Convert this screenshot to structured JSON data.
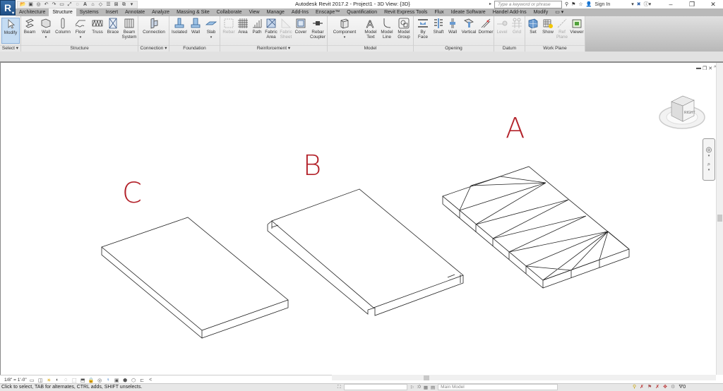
{
  "app": {
    "logo_letter": "R",
    "title": "Autodesk Revit 2017.2 -    Project1 - 3D View: {3D}"
  },
  "quick_access": [
    "open-icon",
    "save-icon",
    "sync-icon",
    "undo-icon",
    "redo-icon",
    "print-icon",
    "measure-icon",
    "dimension-icon",
    "text-A-icon",
    "3d-view-icon",
    "section-icon",
    "thin-lines-icon",
    "close-hidden-icon",
    "switch-windows-icon",
    "customize-icon"
  ],
  "infocenter": {
    "search_placeholder": "Type a keyword or phrase",
    "sign_in": "Sign In"
  },
  "window_controls": {
    "minimize": "–",
    "restore": "❐",
    "close": "✕"
  },
  "tabs": [
    {
      "label": "Architecture"
    },
    {
      "label": "Structure",
      "active": true
    },
    {
      "label": "Systems"
    },
    {
      "label": "Insert"
    },
    {
      "label": "Annotate"
    },
    {
      "label": "Analyze"
    },
    {
      "label": "Massing & Site"
    },
    {
      "label": "Collaborate"
    },
    {
      "label": "View"
    },
    {
      "label": "Manage"
    },
    {
      "label": "Add-Ins"
    },
    {
      "label": "Enscape™"
    },
    {
      "label": "Quantification"
    },
    {
      "label": "Revit Express Tools"
    },
    {
      "label": "Flux"
    },
    {
      "label": "Ideate Software"
    },
    {
      "label": "Handel Add-Ins"
    },
    {
      "label": "Modify"
    },
    {
      "label": "▭ ▾"
    }
  ],
  "ribbon": {
    "panels": [
      {
        "label": "Select ▾",
        "buttons": [
          {
            "l1": "Modify",
            "l2": ""
          }
        ]
      },
      {
        "label": "Structure",
        "buttons": [
          {
            "l1": "Beam",
            "l2": ""
          },
          {
            "l1": "Wall",
            "l2": "▾"
          },
          {
            "l1": "Column",
            "l2": ""
          },
          {
            "l1": "Floor",
            "l2": "▾"
          },
          {
            "l1": "Truss",
            "l2": ""
          },
          {
            "l1": "Brace",
            "l2": ""
          },
          {
            "l1": "Beam",
            "l2": "System"
          }
        ]
      },
      {
        "label": "Connection ▾",
        "buttons": [
          {
            "l1": "Connection",
            "l2": ""
          }
        ]
      },
      {
        "label": "Foundation",
        "buttons": [
          {
            "l1": "Isolated",
            "l2": ""
          },
          {
            "l1": "Wall",
            "l2": ""
          },
          {
            "l1": "Slab",
            "l2": "▾"
          }
        ]
      },
      {
        "label": "Reinforcement ▾",
        "buttons": [
          {
            "l1": "Rebar",
            "l2": ""
          },
          {
            "l1": "Area",
            "l2": ""
          },
          {
            "l1": "Path",
            "l2": ""
          },
          {
            "l1": "Fabric",
            "l2": "Area"
          },
          {
            "l1": "Fabric",
            "l2": "Sheet"
          },
          {
            "l1": "Cover",
            "l2": ""
          },
          {
            "l1": "Rebar",
            "l2": "Coupler"
          }
        ]
      },
      {
        "label": "Model",
        "buttons": [
          {
            "l1": "Component",
            "l2": "▾"
          },
          {
            "l1": "Model",
            "l2": "Text"
          },
          {
            "l1": "Model",
            "l2": "Line"
          },
          {
            "l1": "Model",
            "l2": "Group"
          }
        ]
      },
      {
        "label": "Opening",
        "buttons": [
          {
            "l1": "By",
            "l2": "Face"
          },
          {
            "l1": "Shaft",
            "l2": ""
          },
          {
            "l1": "Wall",
            "l2": ""
          },
          {
            "l1": "Vertical",
            "l2": ""
          },
          {
            "l1": "Dormer",
            "l2": ""
          }
        ]
      },
      {
        "label": "Datum",
        "buttons": [
          {
            "l1": "Level",
            "l2": ""
          },
          {
            "l1": "Grid",
            "l2": ""
          }
        ]
      },
      {
        "label": "Work Plane",
        "buttons": [
          {
            "l1": "Set",
            "l2": ""
          },
          {
            "l1": "Show",
            "l2": ""
          },
          {
            "l1": "Ref",
            "l2": "Plane"
          },
          {
            "l1": "Viewer",
            "l2": ""
          }
        ]
      }
    ]
  },
  "viewport": {
    "markups": {
      "a": "A",
      "b": "B",
      "c": "C"
    },
    "viewcube_face": "RIGHT"
  },
  "view_control_bar": {
    "scale": "1/8\" = 1'-0\"",
    "collapse": "<"
  },
  "statusbar": {
    "message": "Click to select, TAB for alternates, CTRL adds, SHIFT unselects.",
    "worksets_count": ":0",
    "design_option": "Main Model",
    "filter_count": "0"
  },
  "colors": {
    "markup_red": "#b3222a",
    "tab_bar": "#b9b9b9",
    "selected_tool": "#c5dcf3"
  }
}
